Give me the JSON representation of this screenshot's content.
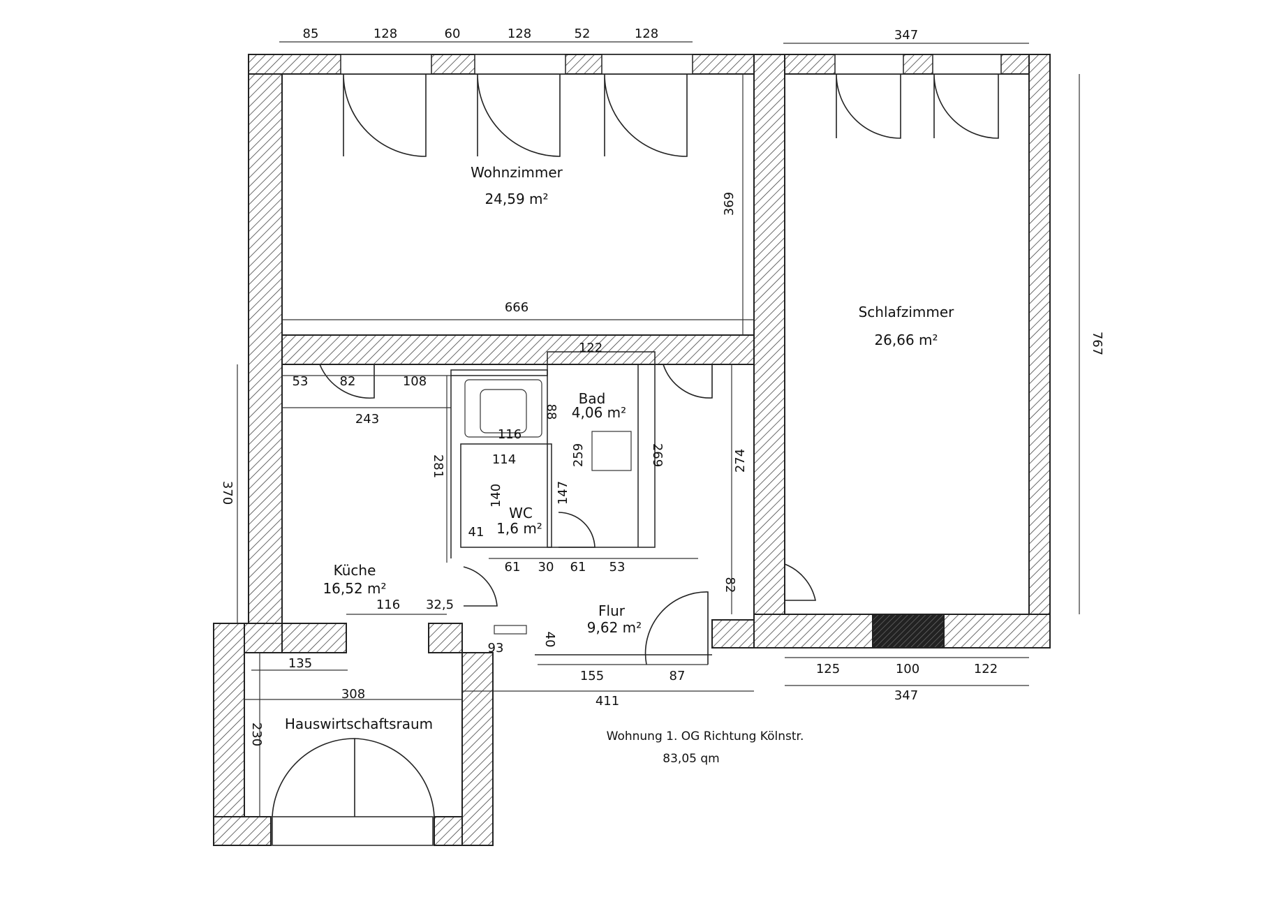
{
  "plan_caption": {
    "line1": "Wohnung 1. OG Richtung Kölnstr.",
    "line2": "83,05 qm"
  },
  "rooms": {
    "wohnzimmer": {
      "name": "Wohnzimmer",
      "area": "24,59 m²"
    },
    "schlafzimmer": {
      "name": "Schlafzimmer",
      "area": "26,66 m²"
    },
    "bad": {
      "name": "Bad",
      "area": "4,06 m²"
    },
    "wc": {
      "name": "WC",
      "area": "1,6 m²"
    },
    "kueche": {
      "name": "Küche",
      "area": "16,52 m²"
    },
    "flur": {
      "name": "Flur",
      "area": "9,62 m²"
    },
    "hauswirtschaftsraum": {
      "name": "Hauswirtschaftsraum"
    }
  },
  "dimensions": {
    "top_segments": [
      "85",
      "128",
      "60",
      "128",
      "52",
      "128"
    ],
    "bedroom_width_top": "347",
    "bedroom_height": "767",
    "living_height": "369",
    "living_width": "666",
    "kitchen_top_segments": [
      "53",
      "82",
      "108"
    ],
    "kitchen_width": "243",
    "kitchen_height": "370",
    "kitchen_inner_height": "281",
    "bad_width": "122",
    "bad_sink_width": "116",
    "bad_sink_depth": "88",
    "bad_height_a": "259",
    "bad_height_b": "269",
    "wc_width": "114",
    "wc_height": "140",
    "wc_door_height": "147",
    "wc_small": "41",
    "flur_segments": [
      "61",
      "30",
      "61",
      "53"
    ],
    "flur_height_a": "274",
    "flur_height_b": "82",
    "kitchen_bottom": "116",
    "kitchen_bottom_wall": "32,5",
    "flur_small_a": "93",
    "flur_small_b": "40",
    "flur_bottom_segments": [
      "155",
      "87"
    ],
    "flur_total": "411",
    "hwr_segment": "135",
    "hwr_width": "308",
    "hwr_height": "230",
    "bedroom_bottom_segments": [
      "125",
      "100",
      "122"
    ],
    "bedroom_width_bottom": "347"
  }
}
